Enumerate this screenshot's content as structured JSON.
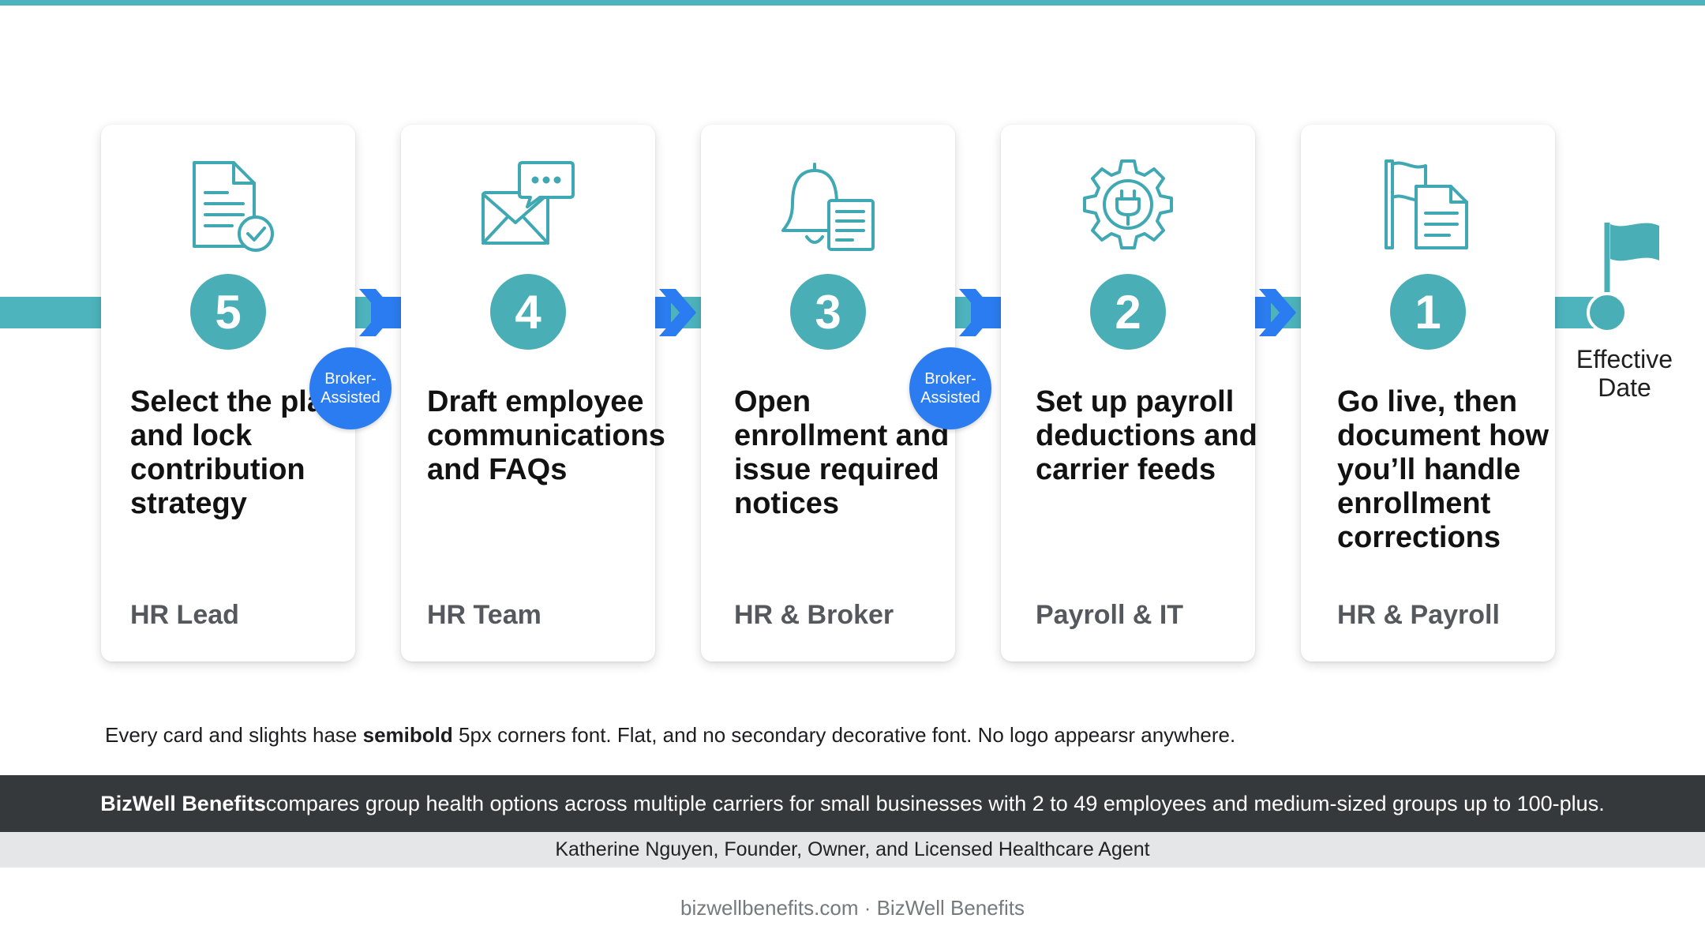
{
  "colors": {
    "teal": "#4aaeb7",
    "blue": "#2b7cf0",
    "dark_band": "#36393b",
    "light_band": "#e4e6e7"
  },
  "steps": [
    {
      "number": "5",
      "icon": "document-check-icon",
      "title": "Select the plan and lock contribution strategy",
      "owner": "HR Lead"
    },
    {
      "number": "4",
      "icon": "envelope-chat-icon",
      "title": "Draft employee communications and FAQs",
      "owner": "HR Team"
    },
    {
      "number": "3",
      "icon": "bell-notice-icon",
      "title": "Open enrollment and issue required notices",
      "owner": "HR & Broker"
    },
    {
      "number": "2",
      "icon": "gear-plug-icon",
      "title": "Set up payroll deductions and carrier feeds",
      "owner": "Payroll & IT"
    },
    {
      "number": "1",
      "icon": "flag-document-icon",
      "title": "Go live, then document how you’ll handle enrollment corrections",
      "owner": "HR & Payroll"
    }
  ],
  "badges": [
    "Broker-\nAssisted",
    "Broker-\nAssisted"
  ],
  "milestone": {
    "icon": "flag-icon",
    "label": "Effective\nDate"
  },
  "note": {
    "before": "Every card and slights hase ",
    "bold": "semibold",
    "after": " 5px corners font. Flat, and no secondary decorative font. No logo appearsr anywhere."
  },
  "banner": {
    "brand": "BizWell Benefits",
    "text": " compares group health options across multiple carriers for small businesses with 2 to 49 employees and medium-sized groups up to 100-plus."
  },
  "agent_line": "Katherine Nguyen, Founder, Owner, and Licensed Healthcare Agent",
  "footer": "bizwellbenefits.com · BizWell Benefits"
}
